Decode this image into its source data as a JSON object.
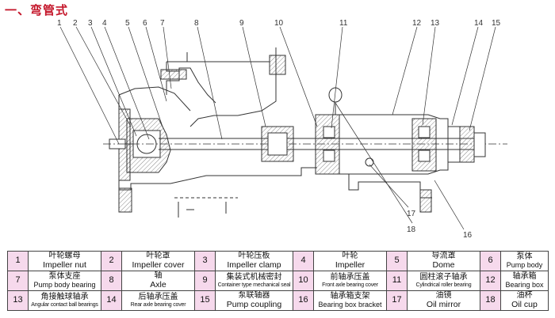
{
  "section_title": "一、弯管式",
  "callouts": {
    "top": [
      "1",
      "2",
      "3",
      "4",
      "5",
      "6",
      "7",
      "8",
      "9",
      "10",
      "11",
      "12",
      "13",
      "14",
      "15"
    ],
    "bottom": [
      "16",
      "17",
      "18"
    ]
  },
  "parts": [
    {
      "no": "1",
      "zh": "叶轮螺母",
      "en": "Impeller nut"
    },
    {
      "no": "2",
      "zh": "叶轮罩",
      "en": "Impeller cover"
    },
    {
      "no": "3",
      "zh": "叶轮压板",
      "en": "Impeller clamp"
    },
    {
      "no": "4",
      "zh": "叶轮",
      "en": "Impeller"
    },
    {
      "no": "5",
      "zh": "导流罩",
      "en": "Dome"
    },
    {
      "no": "6",
      "zh": "泵体",
      "en": "Pump body"
    },
    {
      "no": "7",
      "zh": "泵体支座",
      "en": "Pump body bearing"
    },
    {
      "no": "8",
      "zh": "轴",
      "en": "Axle"
    },
    {
      "no": "9",
      "zh": "集装式机械密封",
      "en": "Container type mechanical seal"
    },
    {
      "no": "10",
      "zh": "前轴承压盖",
      "en": "Front axle bearing cover"
    },
    {
      "no": "11",
      "zh": "圆柱滚子轴承",
      "en": "Cylindrical roller bearing"
    },
    {
      "no": "12",
      "zh": "轴承箱",
      "en": "Bearing box"
    },
    {
      "no": "13",
      "zh": "角接触球轴承",
      "en": "Angular contact ball bearings"
    },
    {
      "no": "14",
      "zh": "后轴承压盖",
      "en": "Rear axle bearing cover"
    },
    {
      "no": "15",
      "zh": "泵联轴器",
      "en": "Pump coupling"
    },
    {
      "no": "16",
      "zh": "轴承箱支架",
      "en": "Bearing box bracket"
    },
    {
      "no": "17",
      "zh": "油镜",
      "en": "Oil mirror"
    },
    {
      "no": "18",
      "zh": "油杯",
      "en": "Oil cup"
    }
  ],
  "colors": {
    "title": "#c4162a",
    "number_cell": "#f6d9ec",
    "line": "#333333"
  }
}
